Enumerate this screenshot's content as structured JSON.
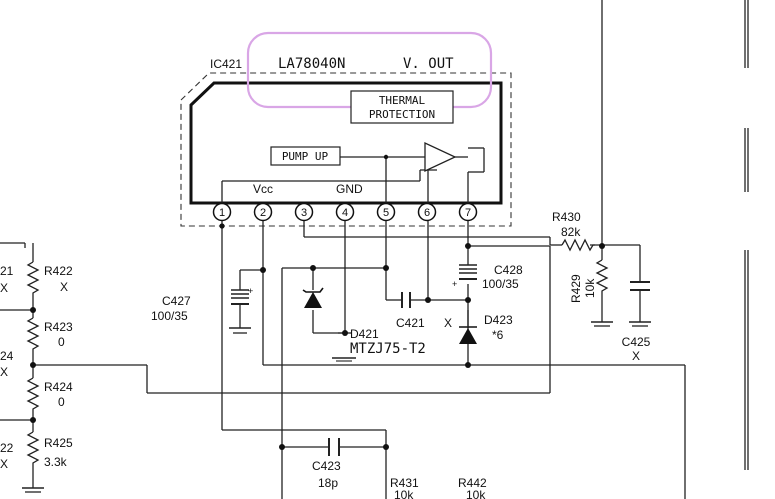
{
  "ic": {
    "ref": "IC421",
    "part": "LA78040N",
    "function": "V. OUT",
    "thermal_line1": "THERMAL",
    "thermal_line2": "PROTECTION",
    "pump_up": "PUMP  UP",
    "vcc": "Vcc",
    "gnd": "GND",
    "pins": [
      "1",
      "2",
      "3",
      "4",
      "5",
      "6",
      "7"
    ]
  },
  "components": {
    "r421_fragment": "21",
    "x_fragment_1": "X",
    "r424_fragment": "24",
    "x_fragment_2": "X",
    "r422_fragment": "22",
    "x_fragment_3": "X",
    "r422": {
      "ref": "R422",
      "value": "X"
    },
    "r423": {
      "ref": "R423",
      "value": "0"
    },
    "r424": {
      "ref": "R424",
      "value": "0"
    },
    "r425": {
      "ref": "R425",
      "value": "3.3k"
    },
    "c427": {
      "ref": "C427",
      "value": "100/35"
    },
    "d421": {
      "ref": "D421",
      "part": "MTZJ75-T2"
    },
    "c421": {
      "ref": "C421"
    },
    "x_mark": "X",
    "c428": {
      "ref": "C428",
      "value": "100/35"
    },
    "d423": {
      "ref": "D423",
      "value": "*6"
    },
    "r430": {
      "ref": "R430",
      "value": "82k"
    },
    "r429": {
      "ref": "R429",
      "value": "10k"
    },
    "c425": {
      "ref": "C425",
      "value": "X"
    },
    "c423": {
      "ref": "C423",
      "value": "18p"
    },
    "r431": {
      "ref": "R431",
      "value": "10k"
    },
    "r442": {
      "ref": "R442",
      "value": "10k"
    }
  },
  "colors": {
    "line": "#222222",
    "highlight": "#d9a6e6"
  }
}
